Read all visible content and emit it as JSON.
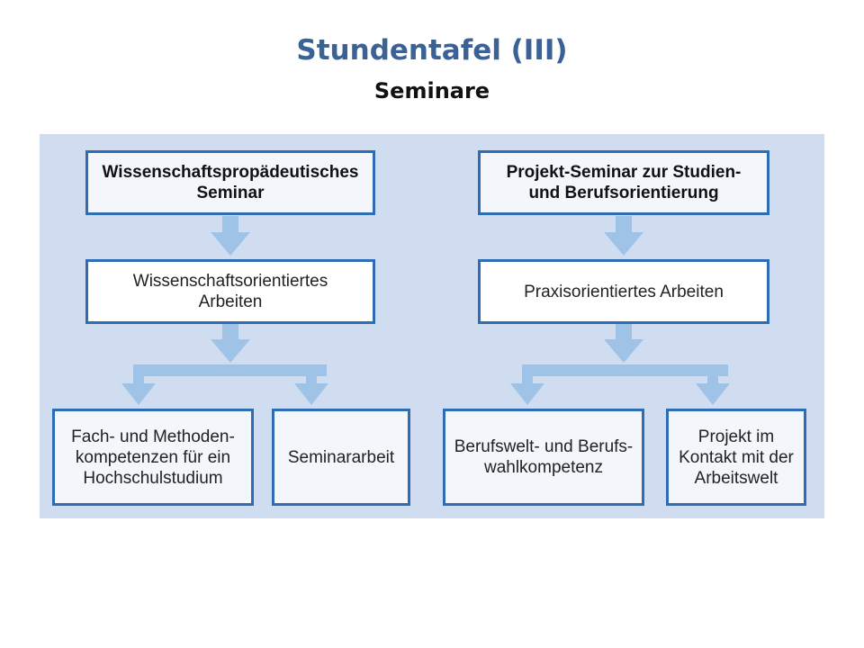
{
  "title": "Stundentafel (III)",
  "subtitle": "Seminare",
  "colors": {
    "title": "#3a6296",
    "panel": "#d0dcef",
    "box_border": "#2e6db4",
    "arrow": "#9fc3e7"
  },
  "left": {
    "header": "Wissenschaftspropädeutisches\nSeminar",
    "middle": "Wissenschaftsorientiertes\nArbeiten",
    "outcomes": [
      "Fach- und Methoden-\nkompetenzen für ein\nHochschulstudium",
      "Seminararbeit"
    ]
  },
  "right": {
    "header": "Projekt-Seminar zur Studien-\nund Berufsorientierung",
    "middle": "Praxisorientiertes Arbeiten",
    "outcomes": [
      "Berufswelt- und Berufs-\nwahlkompetenz",
      "Projekt im\nKontakt mit der\nArbeitswelt"
    ]
  }
}
